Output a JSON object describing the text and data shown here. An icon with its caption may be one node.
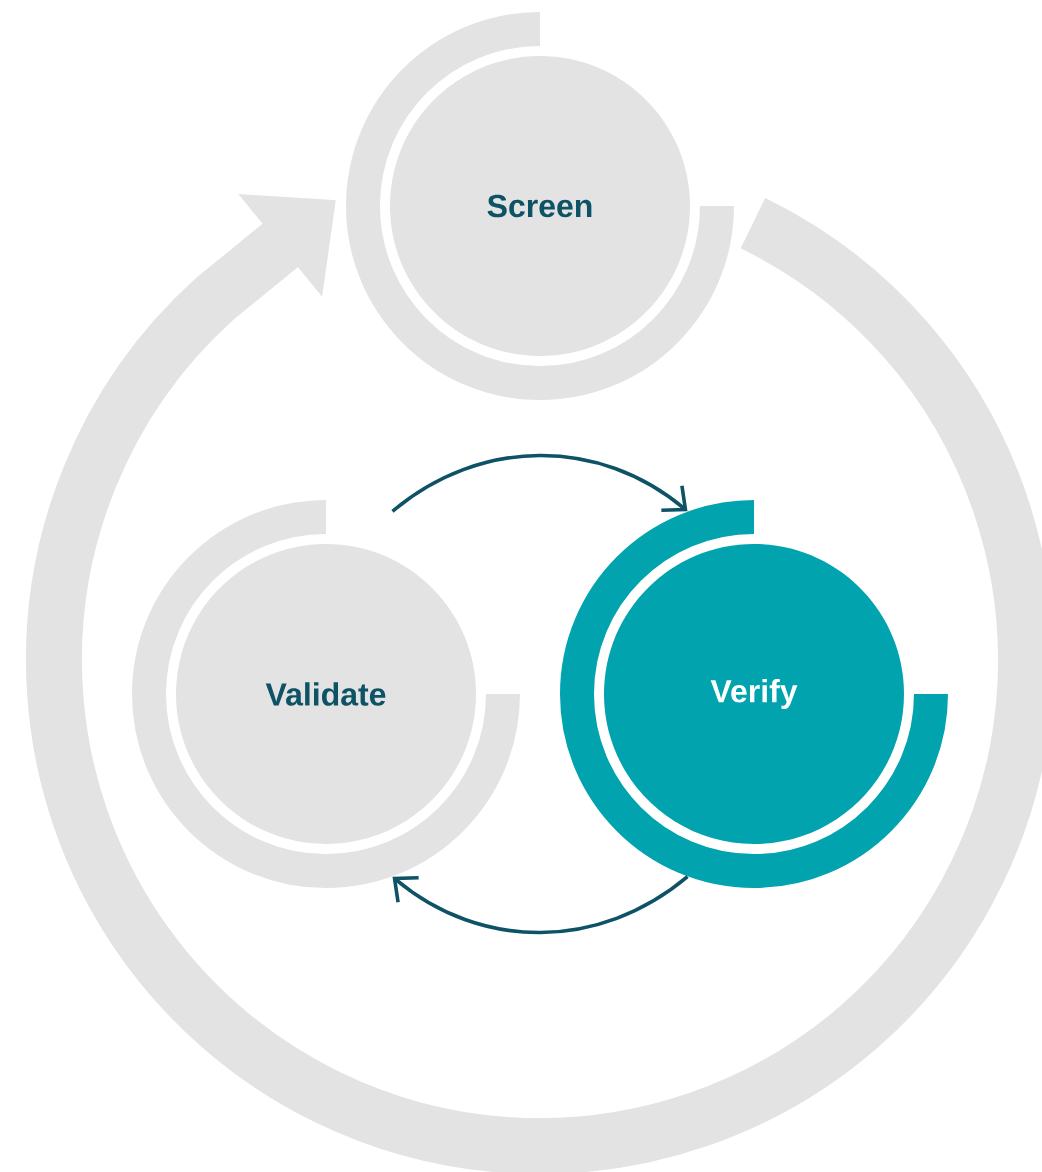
{
  "diagram": {
    "nodes": [
      {
        "text": [
          "Screen"
        ]
      },
      {
        "text": [
          "Validate"
        ]
      },
      {
        "text": [
          "Verify"
        ]
      }
    ],
    "edges": [
      {
        "from": 1,
        "to": 2,
        "arrow": "to"
      },
      {
        "from": 2,
        "to": 1,
        "arrow": "to"
      },
      {
        "from": 0,
        "to": 0,
        "arrow": "to",
        "style": "thick",
        "color": "#e3e3e3"
      }
    ]
  }
}
